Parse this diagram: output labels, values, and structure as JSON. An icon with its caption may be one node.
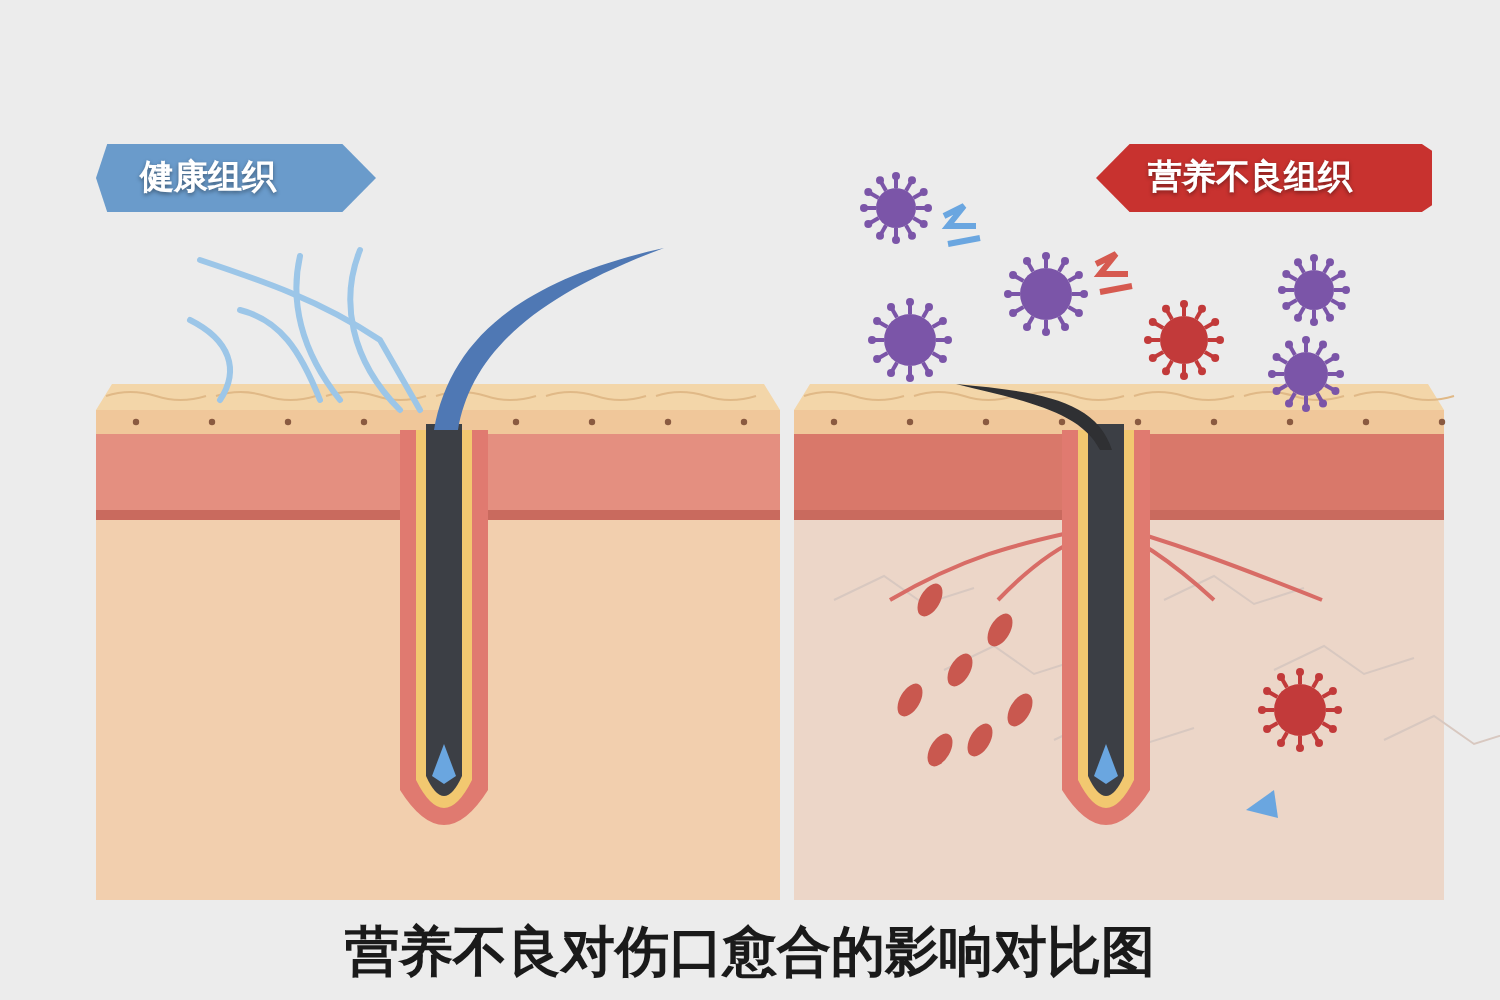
{
  "diagram": {
    "title": "营养不良对伤口愈合的影响对比图",
    "nodes": [
      {
        "text": [
          "健康组织"
        ]
      },
      {
        "text": [
          "营养不良组织"
        ]
      }
    ]
  }
}
